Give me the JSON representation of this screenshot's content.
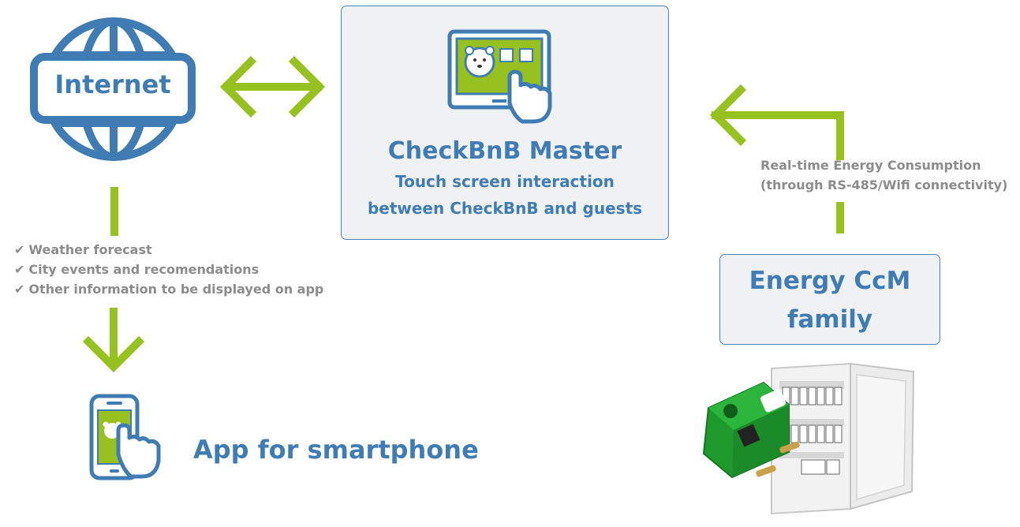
{
  "internet": {
    "label": "Internet",
    "icon": "globe-icon"
  },
  "master": {
    "title": "CheckBnB Master",
    "subtitle_line1": "Touch screen interaction",
    "subtitle_line2": "between CheckBnB and guests",
    "icon": "touchscreen-tablet-icon"
  },
  "info_list": {
    "items": [
      "Weather forecast",
      "City events and recomendations",
      "Other information to be displayed on app"
    ],
    "item_icon": "check-icon"
  },
  "app": {
    "label": "App for smartphone",
    "icon": "smartphone-touch-icon"
  },
  "energy_link": {
    "line1": "Real-time Energy Consumption",
    "line2": "(through RS-485/Wifi connectivity)"
  },
  "energy": {
    "title_line1": "Energy CcM",
    "title_line2": "family",
    "image": "energy-meter-cabinet-image"
  },
  "colors": {
    "blue": "#3f7cb4",
    "green": "#97c11f",
    "grey_text": "#8c8c8c",
    "box_bg": "#f0f1f3"
  }
}
